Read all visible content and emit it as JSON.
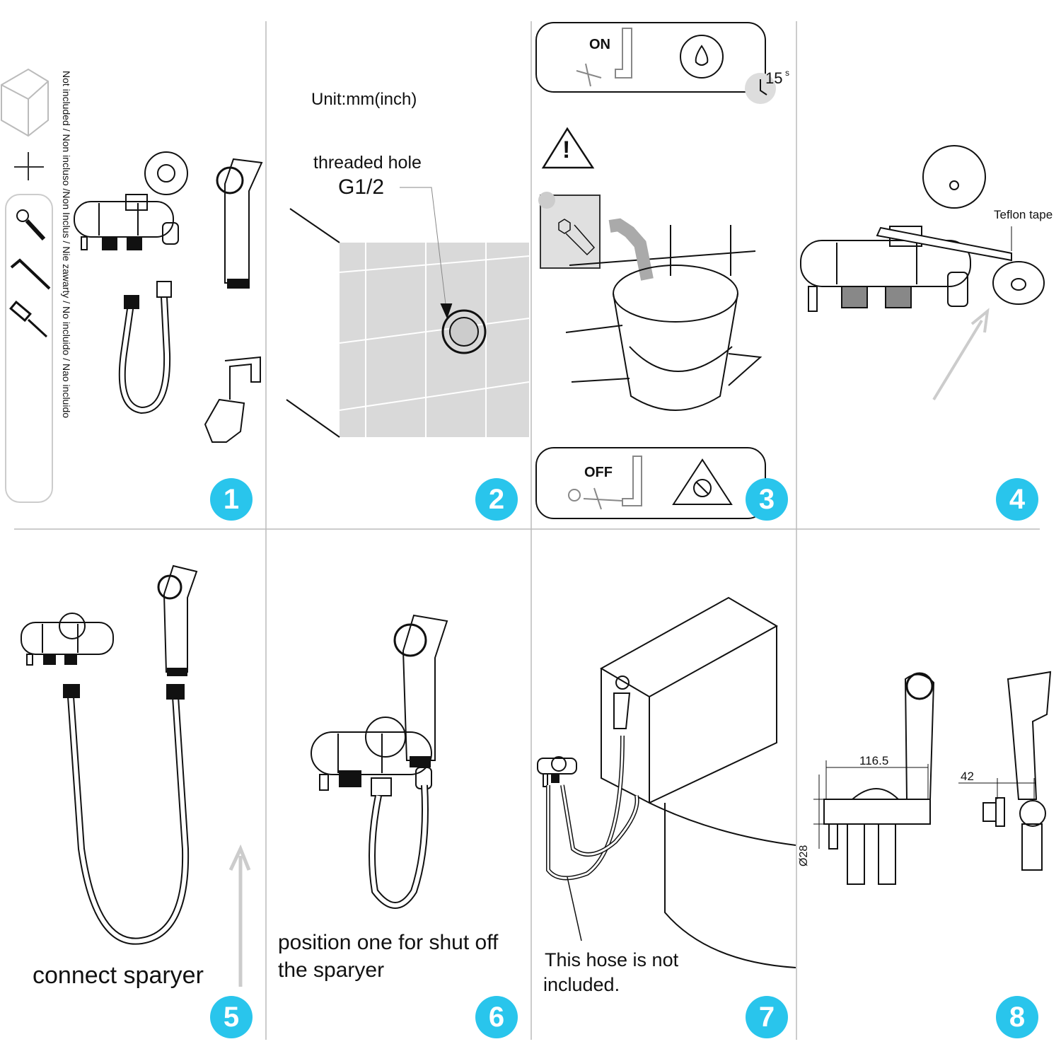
{
  "badges": {
    "s1": "1",
    "s2": "2",
    "s3": "3",
    "s4": "4",
    "s5": "5",
    "s6": "6",
    "s7": "7",
    "s8": "8"
  },
  "step1": {
    "not_included": "Not included / Non incluso /Non Inclus / Nie zawarty / No incluido / Nao incluido"
  },
  "step2": {
    "unit": "Unit:mm(inch)",
    "hole_label": "threaded hole",
    "thread_size": "G1/2"
  },
  "step3": {
    "on_label": "ON",
    "timer": "15",
    "timer_unit": "s",
    "warning": "!",
    "off_label": "OFF"
  },
  "step4": {
    "tape_label": "Teflon tape"
  },
  "step5": {
    "caption": "connect sparyer"
  },
  "step6": {
    "caption_line1": "position one for shut off",
    "caption_line2": "the sparyer"
  },
  "step7": {
    "caption_line1": "This hose is not",
    "caption_line2": "included."
  },
  "step8": {
    "width_dim": "116.5",
    "depth_dim": "42",
    "diameter_dim": "Ø28"
  },
  "colors": {
    "badge": "#29c5ec",
    "tile": "#d9d9d9",
    "line": "#111111"
  }
}
